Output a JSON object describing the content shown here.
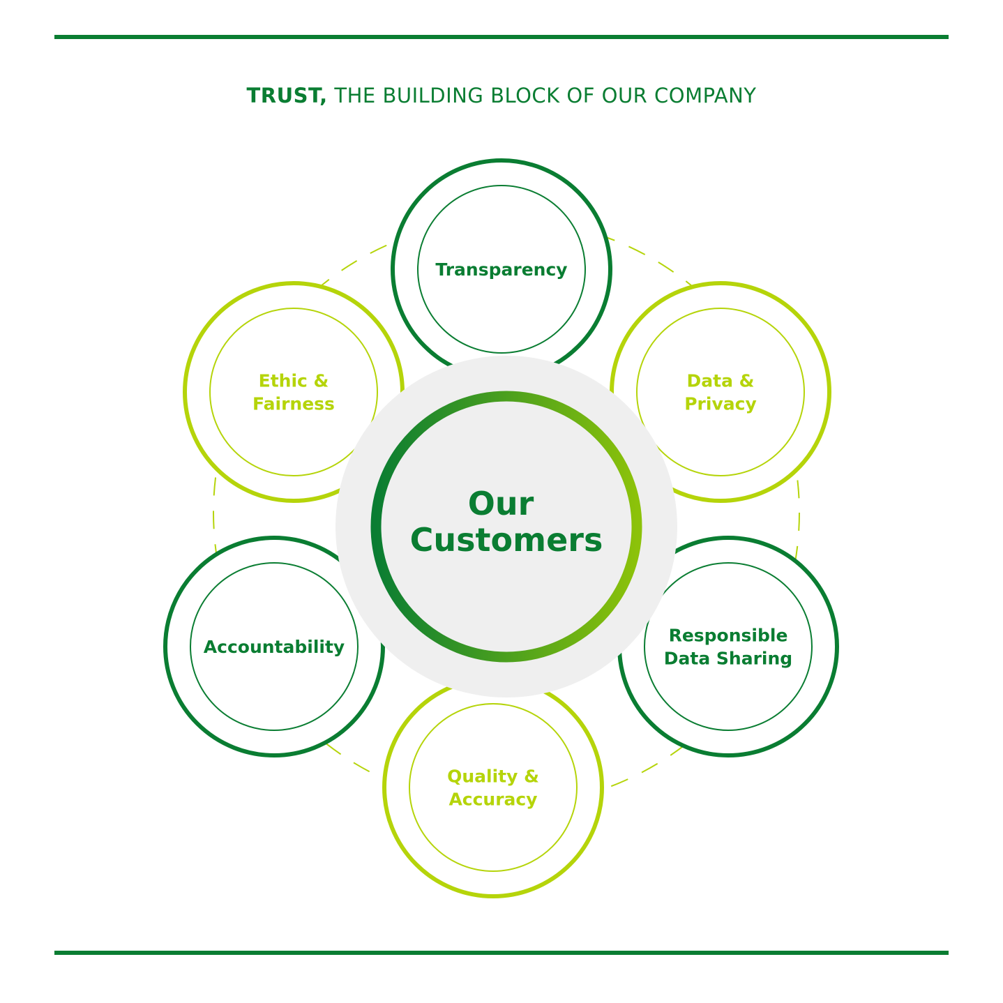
{
  "header": {
    "title_strong": "TRUST,",
    "title_rest": "THE BUILDING BLOCK OF OUR COMPANY"
  },
  "center": {
    "lines": [
      "Our",
      "Customers"
    ]
  },
  "nodes": [
    {
      "id": "transparency",
      "lines": [
        "Transparency"
      ],
      "tone": "dark"
    },
    {
      "id": "data-privacy",
      "lines": [
        "Data &",
        "Privacy"
      ],
      "tone": "light"
    },
    {
      "id": "responsible-data-sharing",
      "lines": [
        "Responsible",
        "Data Sharing"
      ],
      "tone": "dark"
    },
    {
      "id": "quality-accuracy",
      "lines": [
        "Quality &",
        "Accuracy"
      ],
      "tone": "light"
    },
    {
      "id": "accountability",
      "lines": [
        "Accountability"
      ],
      "tone": "dark"
    },
    {
      "id": "ethic-fairness",
      "lines": [
        "Ethic &",
        "Fairness"
      ],
      "tone": "light"
    }
  ],
  "colors": {
    "dark_green": "#0a7d32",
    "light_green": "#b5d40a",
    "center_disc": "#efefef",
    "gradient_start": "#0a7d32",
    "gradient_end": "#8cc20a"
  }
}
